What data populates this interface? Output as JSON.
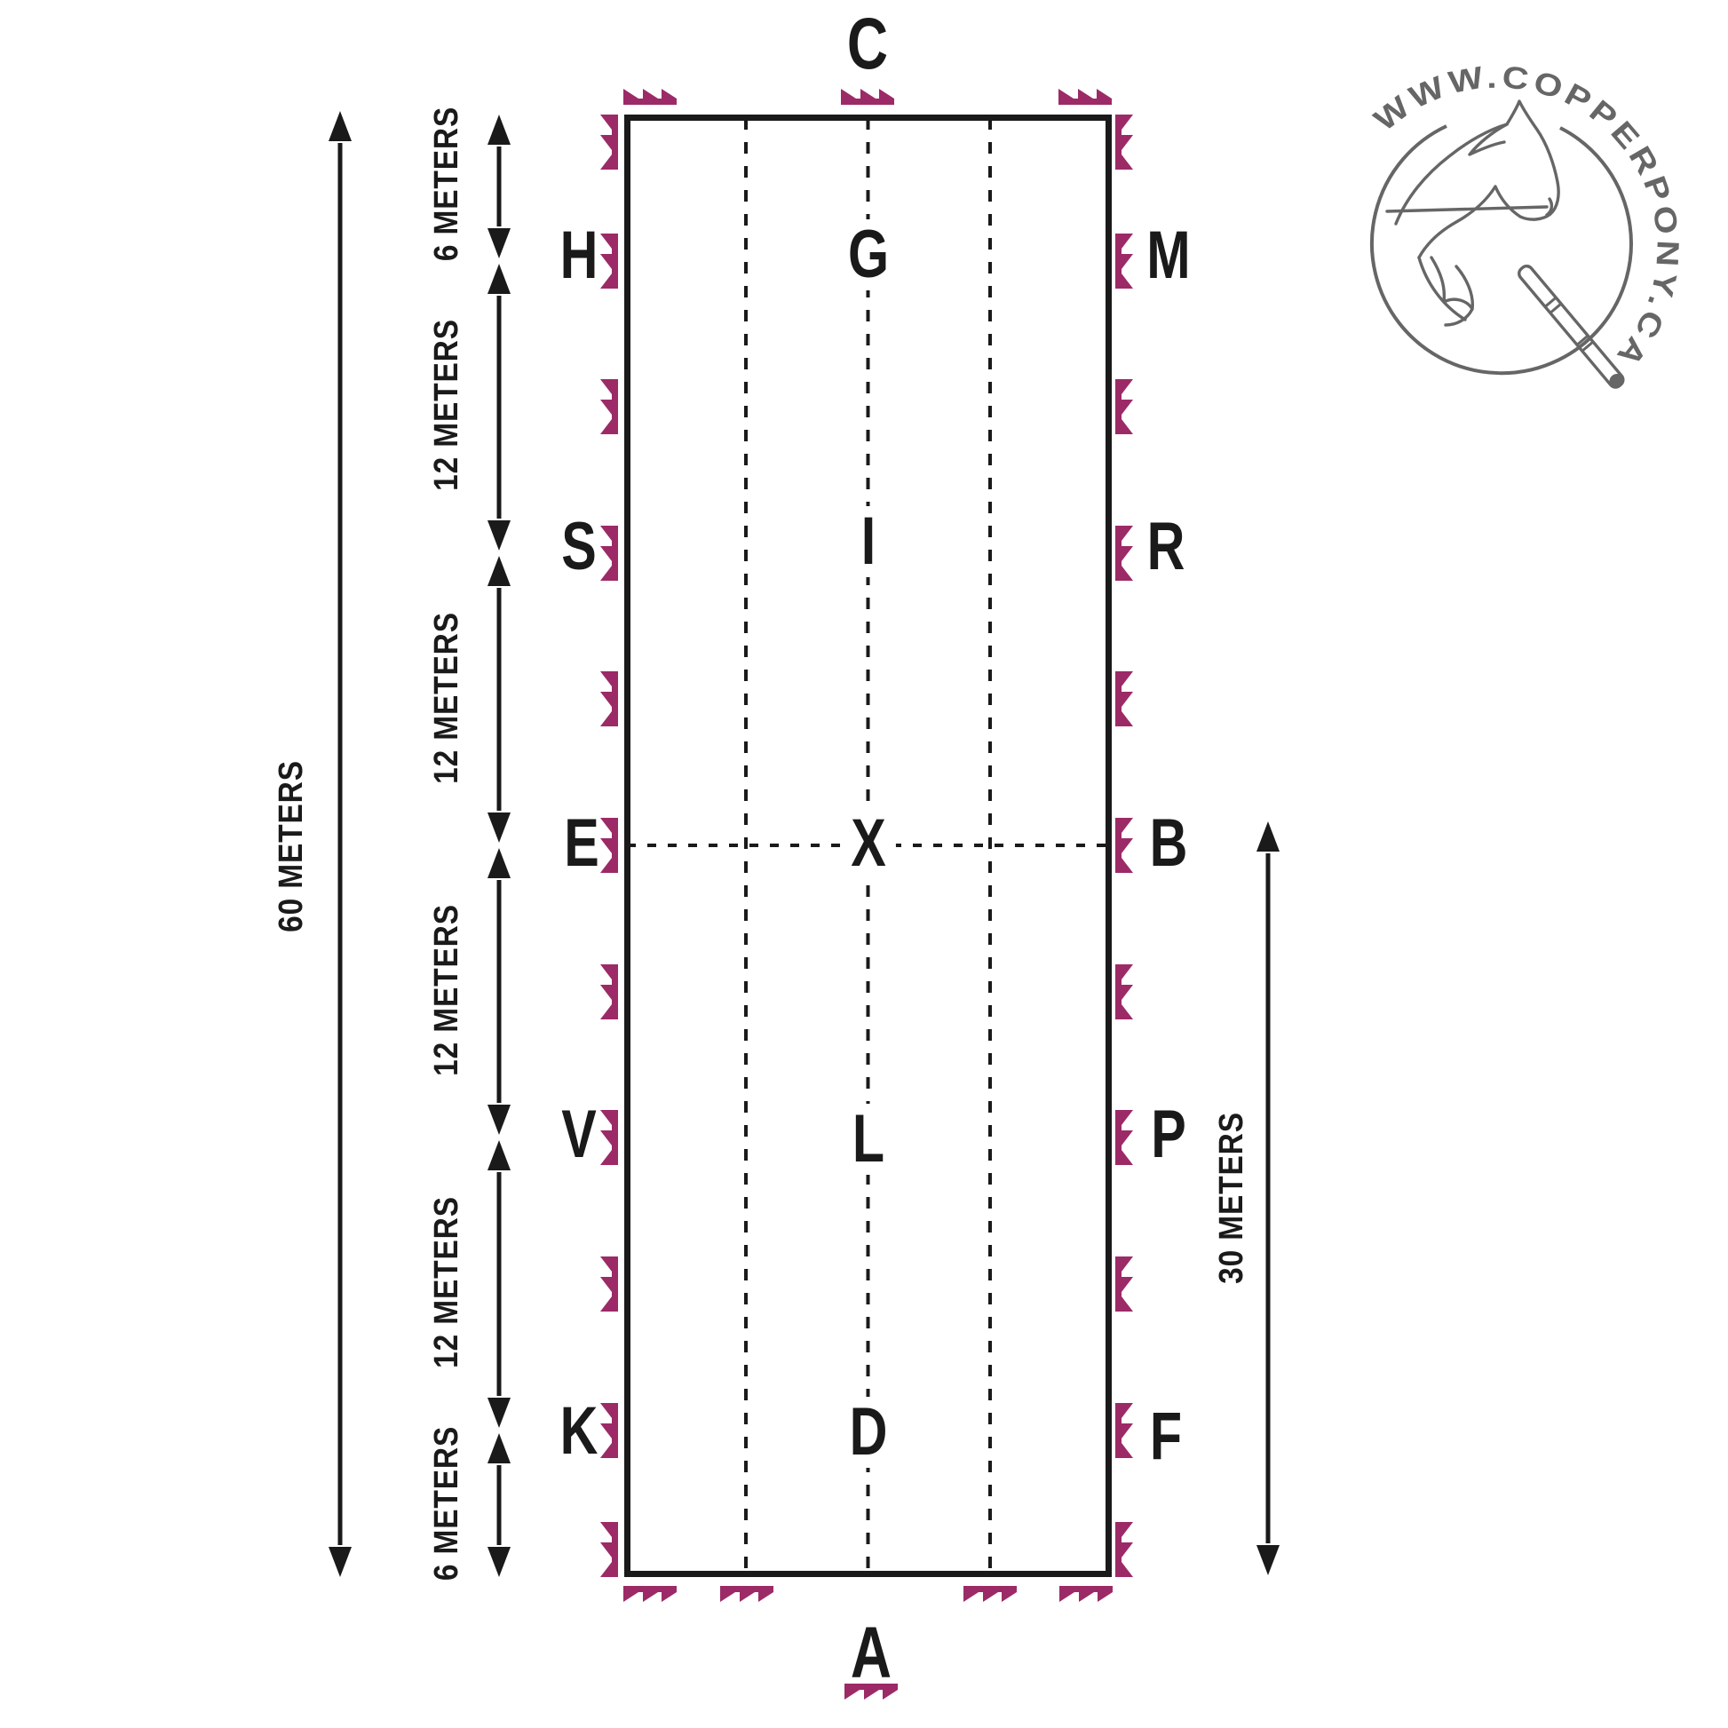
{
  "arena": {
    "letters": {
      "top": "C",
      "bottom": "A",
      "left": [
        "H",
        "S",
        "E",
        "V",
        "K"
      ],
      "right": [
        "M",
        "R",
        "B",
        "P",
        "F"
      ],
      "center": [
        "G",
        "I",
        "X",
        "L",
        "D"
      ]
    }
  },
  "measurements": {
    "total_length": "60 METERS",
    "half_length": "30 METERS",
    "segments": [
      "6 METERS",
      "12 METERS",
      "12 METERS",
      "12 METERS",
      "12 METERS",
      "6 METERS"
    ]
  },
  "logo": {
    "website": "WWW.COPPERPONY.CA"
  },
  "colors": {
    "marker": "#9C2A67",
    "line": "#1A1A1A",
    "logo": "#666666"
  }
}
